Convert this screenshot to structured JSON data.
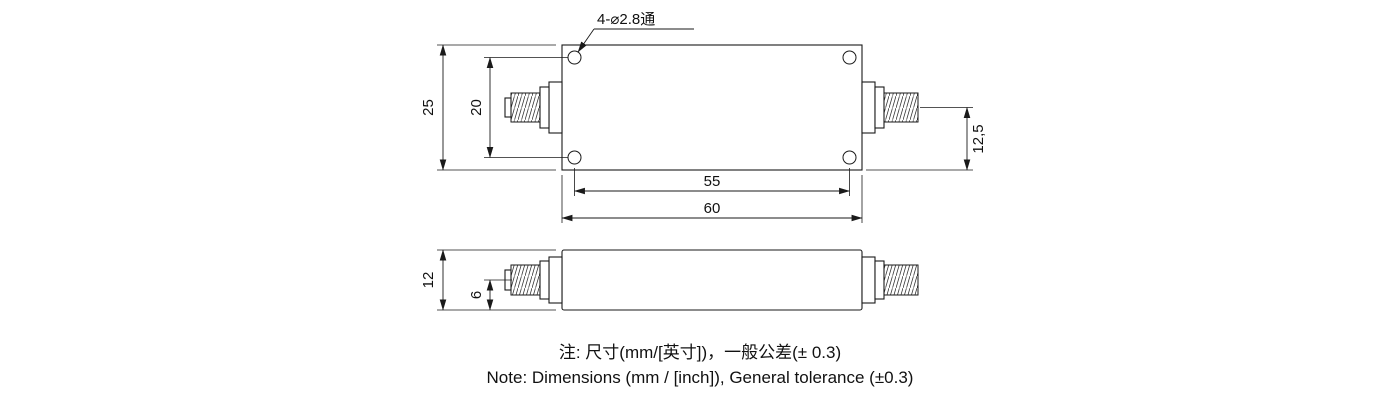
{
  "drawing": {
    "callout": "4-⌀2.8通",
    "dims": {
      "overall_height": "25",
      "hole_spacing_vertical": "20",
      "connector_center_to_bottom": "12,5",
      "hole_spacing_horizontal": "55",
      "overall_length": "60",
      "side_height": "12",
      "side_center_height": "6"
    },
    "notes": {
      "zh": "注: 尺寸(mm/[英寸])，一般公差(± 0.3)",
      "en": "Note: Dimensions (mm / [inch]), General tolerance (±0.3)"
    }
  }
}
